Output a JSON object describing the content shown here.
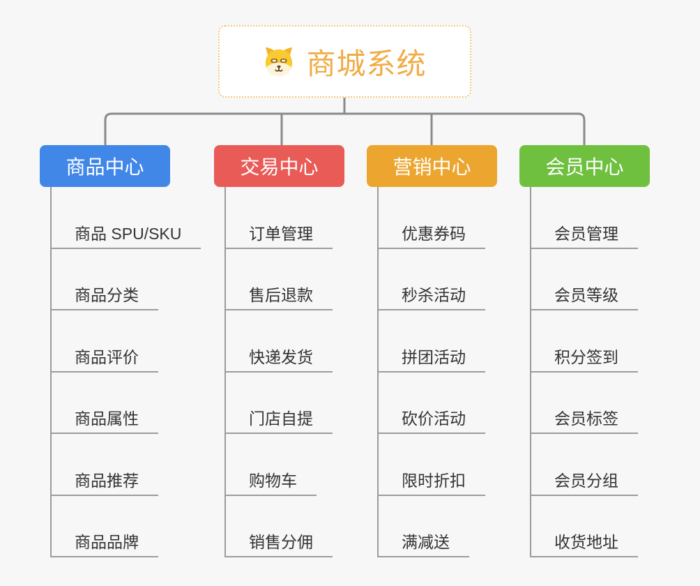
{
  "root": {
    "title": "商城系统",
    "icon": "shiba-dog-icon"
  },
  "branches": [
    {
      "label": "商品中心",
      "color": "#4187e8",
      "items": [
        "商品 SPU/SKU",
        "商品分类",
        "商品评价",
        "商品属性",
        "商品推荐",
        "商品品牌"
      ]
    },
    {
      "label": "交易中心",
      "color": "#e85b57",
      "items": [
        "订单管理",
        "售后退款",
        "快递发货",
        "门店自提",
        "购物车",
        "销售分佣"
      ]
    },
    {
      "label": "营销中心",
      "color": "#eca62f",
      "items": [
        "优惠券码",
        "秒杀活动",
        "拼团活动",
        "砍价活动",
        "限时折扣",
        "满减送"
      ]
    },
    {
      "label": "会员中心",
      "color": "#70c040",
      "items": [
        "会员管理",
        "会员等级",
        "积分签到",
        "会员标签",
        "会员分组",
        "收货地址"
      ]
    }
  ],
  "colors": {
    "background": "#f7f7f7",
    "connector": "#8a8a8a",
    "leaf_line": "#9b9b9b",
    "leaf_text": "#333333",
    "root_text": "#f0ac47",
    "root_border": "#f3c878"
  }
}
